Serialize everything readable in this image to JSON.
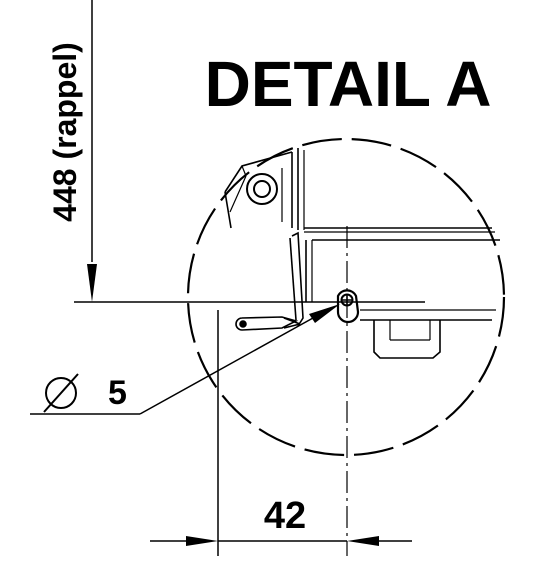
{
  "drawing": {
    "title": "DETAIL A",
    "vertical_dimension": "448 (rappel)",
    "diameter_symbol": "⌀",
    "diameter_value": "5",
    "horizontal_dimension": "42"
  },
  "colors": {
    "line": "#000000",
    "background": "#ffffff"
  }
}
